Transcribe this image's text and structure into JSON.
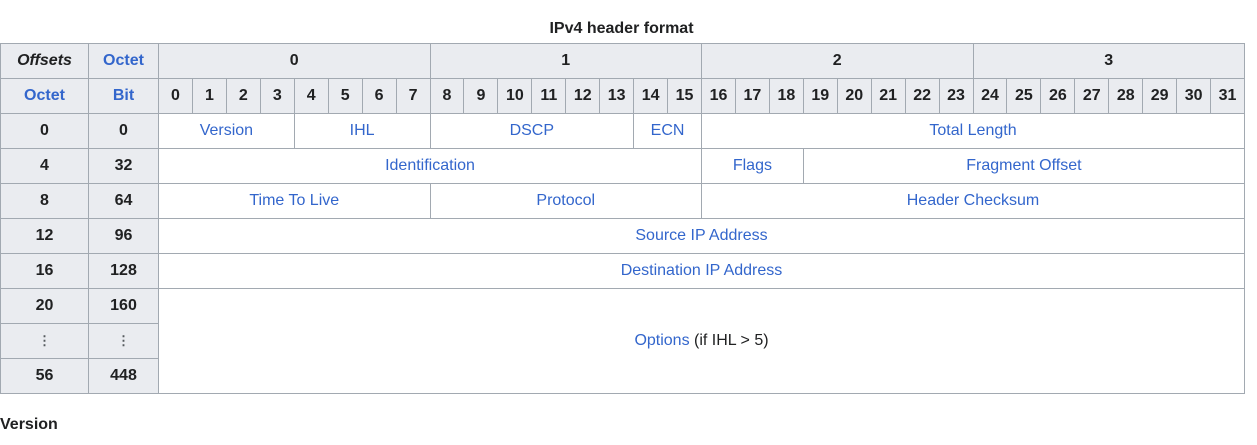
{
  "caption": "IPv4 header format",
  "headers": {
    "offsets": "Offsets",
    "octet": "Octet",
    "bit": "Bit",
    "octet_numbers": [
      "0",
      "1",
      "2",
      "3"
    ],
    "bit_numbers": [
      "0",
      "1",
      "2",
      "3",
      "4",
      "5",
      "6",
      "7",
      "8",
      "9",
      "10",
      "11",
      "12",
      "13",
      "14",
      "15",
      "16",
      "17",
      "18",
      "19",
      "20",
      "21",
      "22",
      "23",
      "24",
      "25",
      "26",
      "27",
      "28",
      "29",
      "30",
      "31"
    ]
  },
  "rows": [
    {
      "octet": "0",
      "bit": "0"
    },
    {
      "octet": "4",
      "bit": "32"
    },
    {
      "octet": "8",
      "bit": "64"
    },
    {
      "octet": "12",
      "bit": "96"
    },
    {
      "octet": "16",
      "bit": "128"
    },
    {
      "octet": "20",
      "bit": "160"
    },
    {
      "octet": "⋮",
      "bit": "⋮"
    },
    {
      "octet": "56",
      "bit": "448"
    }
  ],
  "fields": {
    "version": "Version",
    "ihl": "IHL",
    "dscp": "DSCP",
    "ecn": "ECN",
    "total_length": "Total Length",
    "identification": "Identification",
    "flags": "Flags",
    "fragment_offset": "Fragment Offset",
    "ttl": "Time To Live",
    "protocol": "Protocol",
    "header_checksum": "Header Checksum",
    "source_ip": "Source IP Address",
    "destination_ip": "Destination IP Address",
    "options": "Options",
    "options_note": " (if IHL > 5)"
  },
  "next_heading": "Version"
}
